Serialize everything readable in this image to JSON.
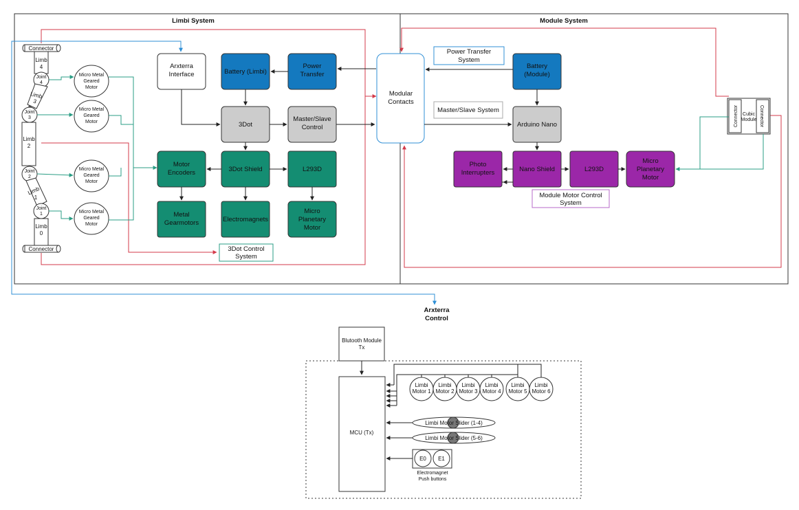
{
  "sections": {
    "limbi_title": "Limbi System",
    "module_title": "Module System",
    "arxterra_title_1": "Arxterra",
    "arxterra_title_2": "Control"
  },
  "limb_chain": {
    "connector_top": "Connector",
    "connector_bottom": "Connector",
    "limb4": [
      "Limb",
      "4"
    ],
    "joint4": [
      "Joint",
      "4"
    ],
    "limb3": [
      "Limb",
      "3"
    ],
    "joint3": [
      "Joint",
      "3"
    ],
    "limb2": [
      "Limb",
      "2"
    ],
    "joint2": [
      "Joint",
      "2"
    ],
    "limb1": [
      "Limb",
      "1"
    ],
    "joint1": [
      "Joint",
      "1"
    ],
    "limb0": [
      "Limb",
      "0"
    ]
  },
  "micro_motor": [
    "Micro Metal",
    "Geared",
    "Motor"
  ],
  "limbi_blocks": {
    "arxterra_interface": [
      "Arxterra",
      "Interface"
    ],
    "battery_limbi": [
      "Battery (Limbi)"
    ],
    "power_transfer": [
      "Power",
      "Transfer"
    ],
    "dot3": [
      "3Dot"
    ],
    "master_slave": [
      "Master/Slave",
      "Control"
    ],
    "motor_encoders": [
      "Motor",
      "Encoders"
    ],
    "dot3_shield": [
      "3Dot Shield"
    ],
    "l293d": [
      "L293D"
    ],
    "metal_gearmotors": [
      "Metal",
      "Gearmotors"
    ],
    "electromagnets": [
      "Electromagnets"
    ],
    "micro_planetary": [
      "Micro",
      "Planetary",
      "Motor"
    ],
    "control_system_label": [
      "3Dot Control",
      "System"
    ]
  },
  "module_blocks": {
    "modular_contacts": [
      "Modular",
      "Contacts"
    ],
    "power_transfer_system": [
      "Power Transfer",
      "System"
    ],
    "battery_module": [
      "Battery",
      "(Module)"
    ],
    "master_slave_system": [
      "Master/Slave System"
    ],
    "arduino_nano": [
      "Arduino Nano"
    ],
    "photo_interrupters": [
      "Photo",
      "Interrupters"
    ],
    "nano_shield": [
      "Nano Shield"
    ],
    "l293d": [
      "L293D"
    ],
    "micro_planetary": [
      "Micro",
      "Planetary",
      "Motor"
    ],
    "motor_control_system": [
      "Module Motor Control",
      "System"
    ],
    "cubic_module": [
      "Cubic",
      "Module"
    ],
    "connector_left": "Connector",
    "connector_right": "Connector"
  },
  "arxterra": {
    "bluetooth": [
      "Blutooth Module",
      "Tx"
    ],
    "mcu": "MCU (Tx)",
    "motors": [
      [
        "Limbi",
        "Motor 1"
      ],
      [
        "Limbi",
        "Motor 2"
      ],
      [
        "Limbi",
        "Motor 3"
      ],
      [
        "Limbi",
        "Motor 4"
      ],
      [
        "Limbi",
        "Motor 5"
      ],
      [
        "Limbi",
        "Motor 6"
      ]
    ],
    "slider1": "Limbi Motor Slider (1-4)",
    "slider2": "Limbi Motor Slider (5-6)",
    "e0": "E0",
    "e1": "E1",
    "push_label": [
      "Electromagnet",
      "Push buttons"
    ]
  },
  "colors": {
    "blue": "#1479bf",
    "teal": "#148d72",
    "gray": "#cccccc",
    "purple": "#9b27a8",
    "red_line": "#d33a4a",
    "teal_line": "#2a9d84",
    "blue_line": "#2f8fd6"
  }
}
